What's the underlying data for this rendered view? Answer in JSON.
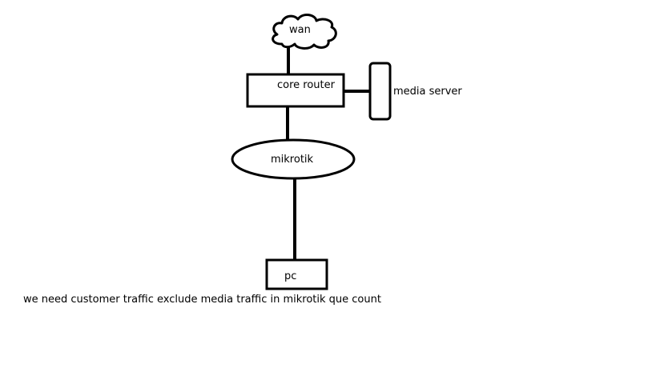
{
  "diagram": {
    "nodes": {
      "wan": "wan",
      "core_router": "core router",
      "media_server": "media server",
      "mikrotik": "mikrotik",
      "pc": "pc"
    },
    "note": "we need customer traffic exclude media traffic in mikrotik que count"
  },
  "colors": {
    "stroke": "#000000",
    "background": "#ffffff"
  }
}
